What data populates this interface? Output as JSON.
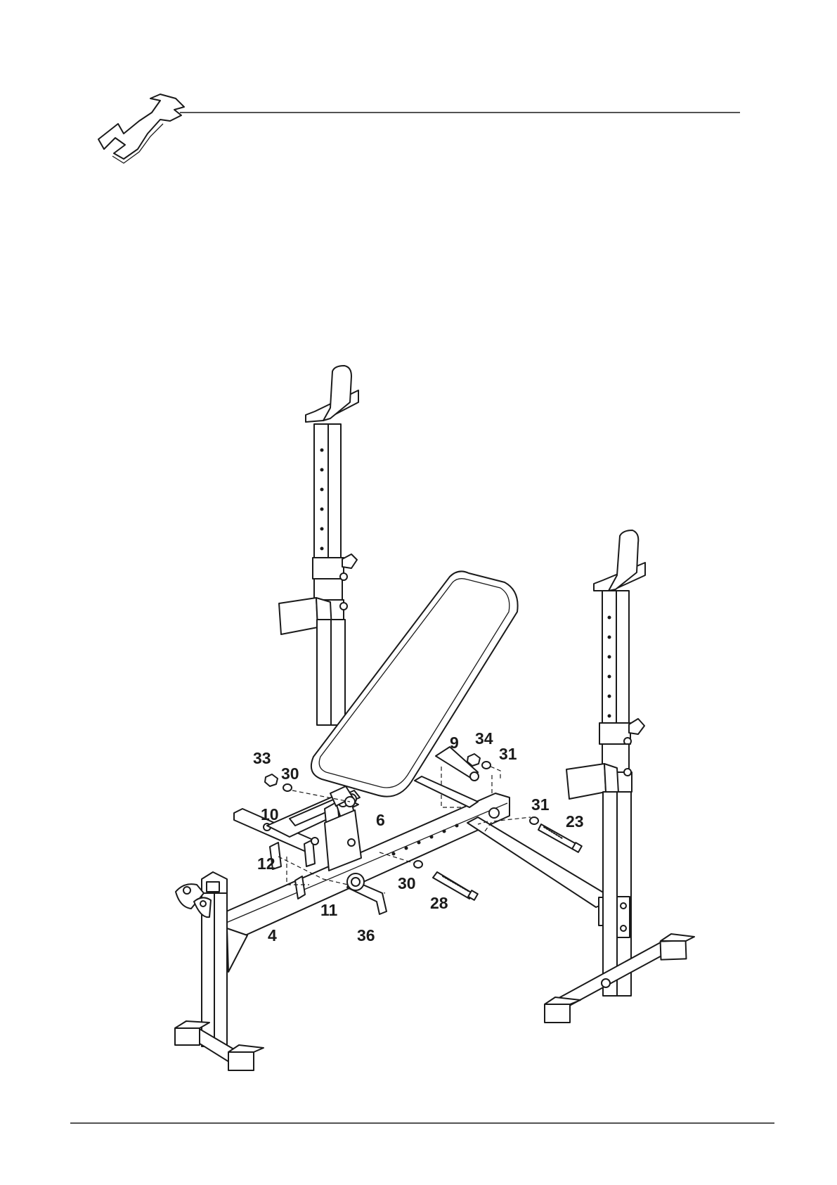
{
  "diagram": {
    "part_labels": {
      "p33": "33",
      "p30a": "30",
      "p10": "10",
      "p6": "6",
      "p12": "12",
      "p11": "11",
      "p4": "4",
      "p36": "36",
      "p30b": "30",
      "p28": "28",
      "p9": "9",
      "p34": "34",
      "p31a": "31",
      "p31b": "31",
      "p23": "23"
    }
  }
}
